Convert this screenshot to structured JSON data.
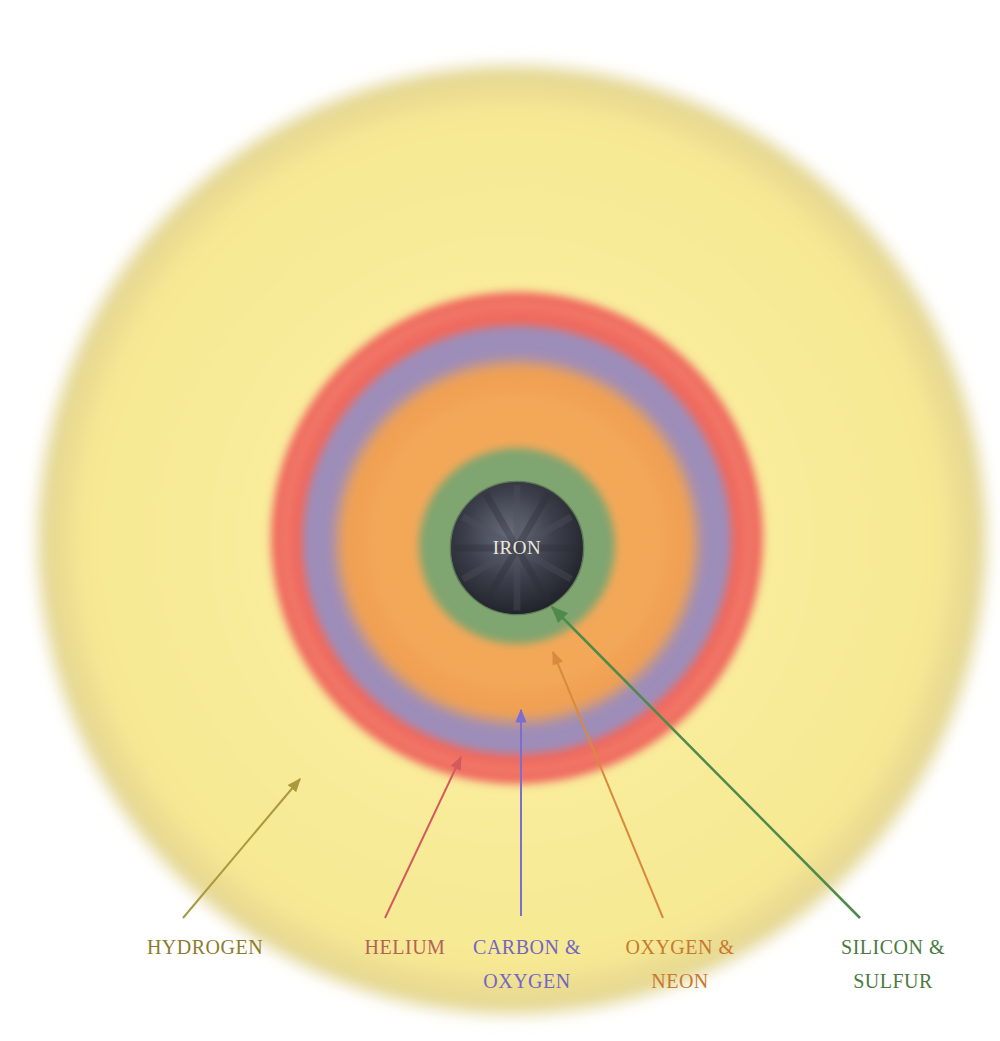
{
  "diagram": {
    "nodes": [
      {
        "text": [
          "IRON"
        ]
      }
    ],
    "labels": [
      "HYDROGEN",
      "HELIUM",
      "CARBON & OXYGEN",
      "OXYGEN & NEON",
      "SILICON & SULFUR"
    ]
  }
}
